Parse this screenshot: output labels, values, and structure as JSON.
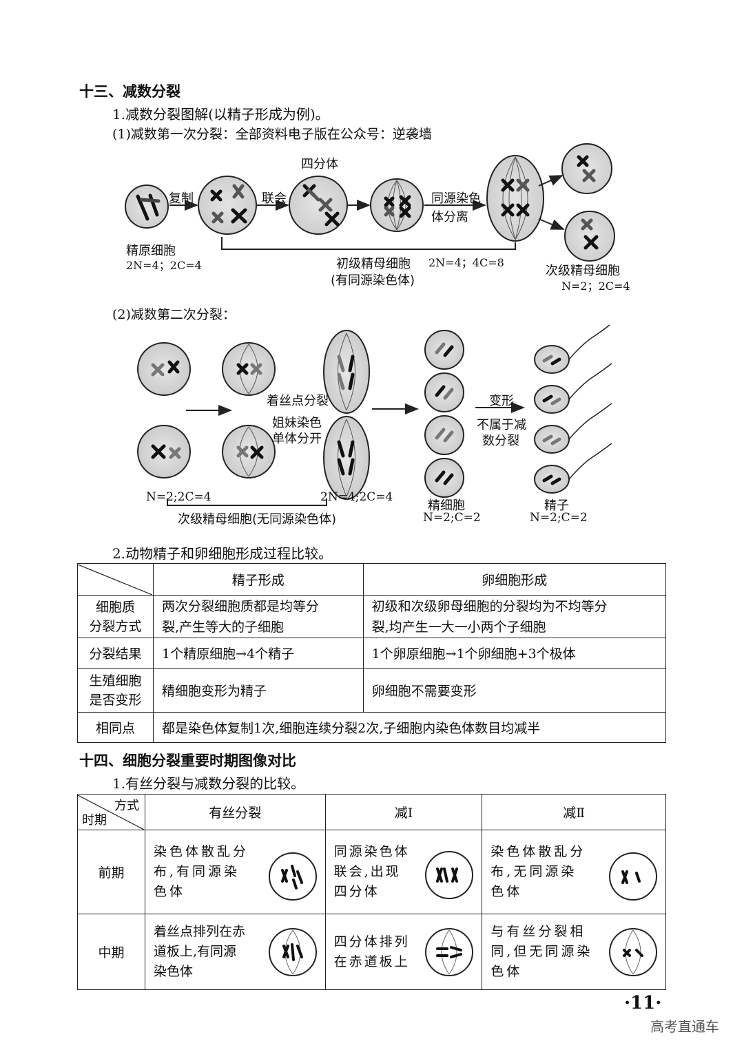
{
  "section13": {
    "title": "十三、减数分裂",
    "item1": "1.减数分裂图解(以精子形成为例)。",
    "sub1": "(1)减数第一次分裂：全部资料电子版在公众号：逆袭墙",
    "sub2": "(2)减数第二次分裂：",
    "fig1": {
      "label_fuzhi": "复制",
      "label_lianhui": "联会",
      "label_sifenti": "四分体",
      "label_tongyuan1": "同源染色",
      "label_tongyuan2": "体分离",
      "label_jingyuan": "精原细胞",
      "label_jingyuan_n": "2N=4；2C=4",
      "label_chuji": "初级精母细胞",
      "label_chuji_n": "2N=4；4C=8",
      "label_chuji_note": "(有同源染色体)",
      "label_ciji": "次级精母细胞",
      "label_ciji_n": "N=2；2C=4"
    },
    "fig2": {
      "label_n1": "N=2;2C=4",
      "label_zhuosi": "着丝点分裂",
      "label_jiemei1": "姐妹染色",
      "label_jiemei2": "单体分开",
      "label_n2": "2N=4;2C=4",
      "label_ciji": "次级精母细胞(无同源染色体)",
      "label_bianxing": "变形",
      "label_bushuyu1": "不属于减",
      "label_bushuyu2": "数分裂",
      "label_jingxibao": "精细胞",
      "label_jingxibao_n": "N=2;C=2",
      "label_jingzi": "精子",
      "label_jingzi_n": "N=2;C=2"
    },
    "item2": "2.动物精子和卵细胞形成过程比较。",
    "table": {
      "headers": [
        "",
        "精子形成",
        "卵细胞形成"
      ],
      "rows": [
        {
          "h1": "细胞质",
          "h2": "分裂方式",
          "c1a": "两次分裂细胞质都是均等分",
          "c1b": "裂,产生等大的子细胞",
          "c2a": "初级和次级卵母细胞的分裂均为不均等分",
          "c2b": "裂,均产生一大一小两个子细胞"
        },
        {
          "h1": "分裂结果",
          "h2": "",
          "c1a": "1个精原细胞→4个精子",
          "c1b": "",
          "c2a": "1个卵原细胞→1个卵细胞+3个极体",
          "c2b": ""
        },
        {
          "h1": "生殖细胞",
          "h2": "是否变形",
          "c1a": "精细胞变形为精子",
          "c1b": "",
          "c2a": "卵细胞不需要变形",
          "c2b": ""
        }
      ],
      "same_header": "相同点",
      "same_text": "都是染色体复制1次,细胞连续分裂2次,子细胞内染色体数目均减半"
    }
  },
  "section14": {
    "title": "十四、细胞分裂重要时期图像对比",
    "item1": "1.有丝分裂与减数分裂的比较。",
    "table": {
      "corner_top": "方式",
      "corner_bottom": "时期",
      "headers": [
        "有丝分裂",
        "减Ⅰ",
        "减Ⅱ"
      ],
      "rows": [
        {
          "period": "前期",
          "cells": [
            [
              "染色体散乱分",
              "布,有同源染",
              "色体"
            ],
            [
              "同源染色体",
              "联会,出现",
              "四分体"
            ],
            [
              "染色体散乱分",
              "布,无同源染",
              "色体"
            ]
          ]
        },
        {
          "period": "中期",
          "cells": [
            [
              "着丝点排列在赤",
              "道板上,有同源",
              "染色体"
            ],
            [
              "四分体排列",
              "在赤道板上",
              ""
            ],
            [
              "与有丝分裂相",
              "同,但无同源染",
              "色体"
            ]
          ]
        }
      ]
    }
  },
  "footer": {
    "page_number": "·11·",
    "watermark": "高考直通车"
  }
}
